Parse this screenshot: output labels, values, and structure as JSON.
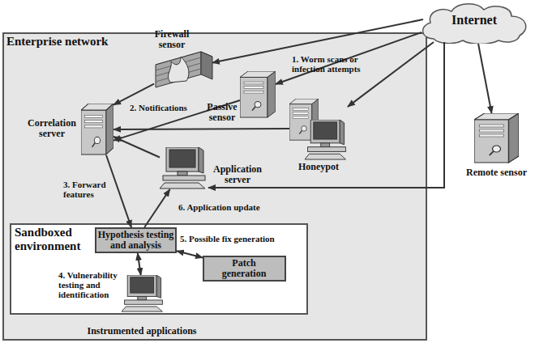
{
  "diagram": {
    "nodes": [
      {
        "text": [
          "Enterprise network"
        ]
      },
      {
        "text": [
          "Firewall sensor"
        ],
        "in": 0
      },
      {
        "text": [
          "Passive sensor"
        ],
        "in": 0
      },
      {
        "text": [
          "Honeypot"
        ],
        "in": 0
      },
      {
        "text": [
          "Correlation server"
        ],
        "in": 0
      },
      {
        "text": [
          "Application server"
        ],
        "in": 0
      },
      {
        "text": [
          "Sandboxed environment"
        ],
        "in": 0
      },
      {
        "text": [
          "Hypothesis testing and analysis"
        ],
        "in": 6
      },
      {
        "text": [
          "Patch generation"
        ],
        "in": 6
      },
      {
        "text": [
          "Instrumented applications"
        ],
        "in": 6
      },
      {
        "text": [
          "Internet"
        ]
      },
      {
        "text": [
          "Remote sensor"
        ]
      }
    ],
    "edges": [
      {
        "from": 10,
        "to": 1,
        "arrow": "to"
      },
      {
        "from": 10,
        "to": 2,
        "arrow": "to"
      },
      {
        "from": 10,
        "to": 3,
        "arrow": "to"
      },
      {
        "from": 10,
        "to": 5,
        "arrow": "to"
      },
      {
        "from": 10,
        "to": 11,
        "arrow": "to"
      },
      {
        "from": 1,
        "to": 4,
        "arrow": "to"
      },
      {
        "from": 2,
        "to": 4,
        "arrow": "to"
      },
      {
        "from": 3,
        "to": 4,
        "arrow": "to"
      },
      {
        "from": 5,
        "to": 4,
        "arrow": "to"
      },
      {
        "from": 4,
        "to": 7,
        "arrow": "to"
      },
      {
        "from": 7,
        "to": 5,
        "arrow": "to"
      },
      {
        "from": 7,
        "to": 8,
        "arrow": "both"
      },
      {
        "from": 7,
        "to": 9,
        "arrow": "both"
      }
    ],
    "labels": [
      "1. Worm scans or infection attempts",
      "2. Notifications",
      "3. Forward features",
      "4. Vulnerability testing and identification",
      "5. Possible fix generation",
      "6. Application update"
    ]
  }
}
